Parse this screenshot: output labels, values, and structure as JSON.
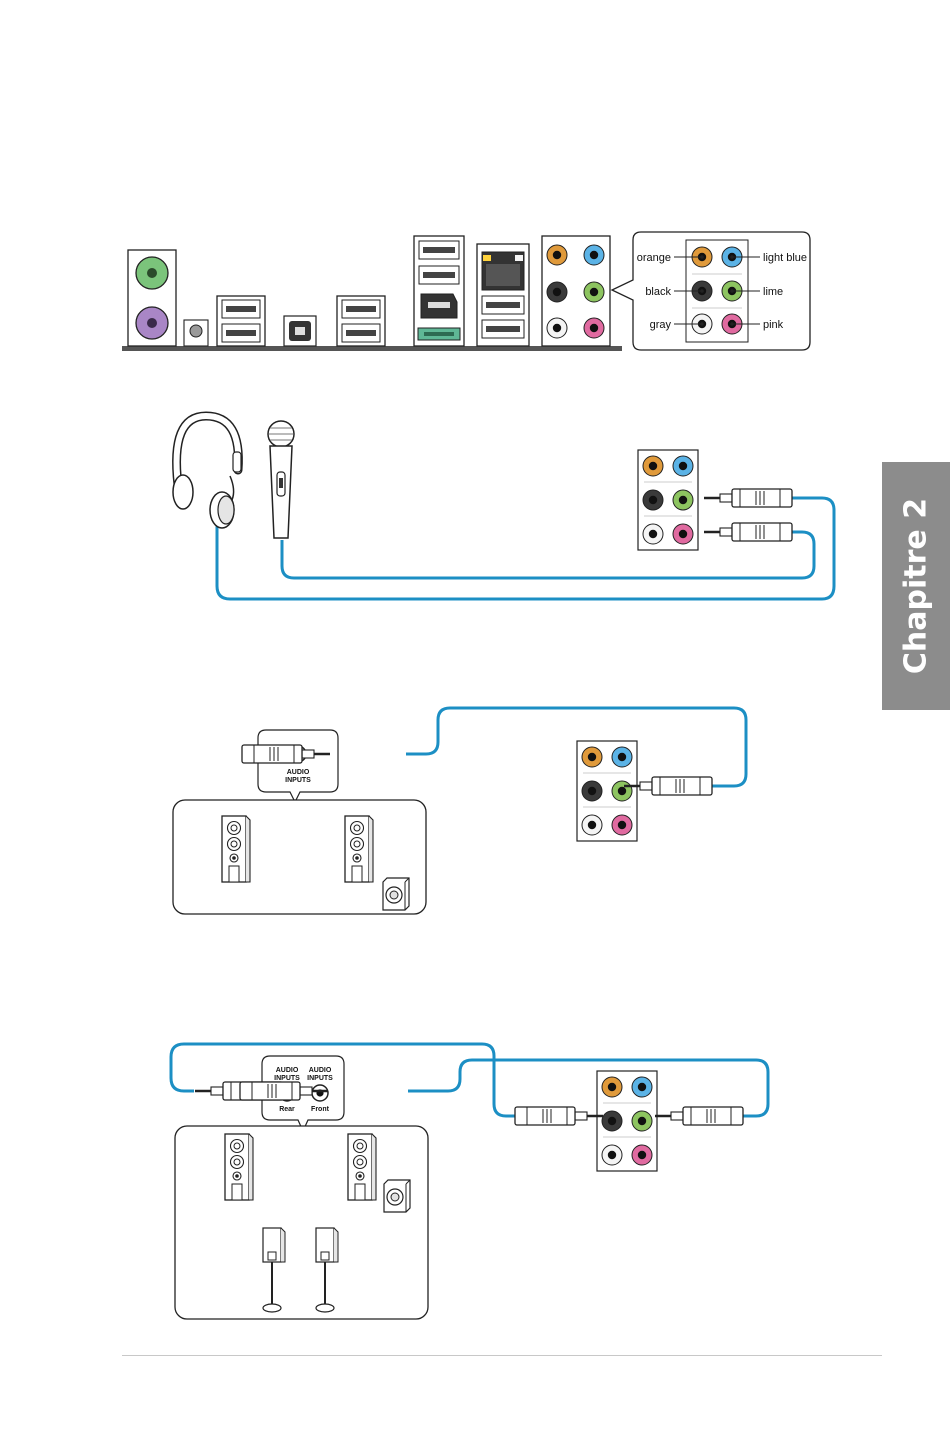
{
  "chapter_tab": "Chapitre 2",
  "port_legend": {
    "left": [
      "orange",
      "black",
      "gray"
    ],
    "right": [
      "light blue",
      "lime",
      "pink"
    ]
  },
  "jack_colors": {
    "orange": "#e09a3b",
    "light_blue": "#5bb3e6",
    "black": "#3a3a3a",
    "lime": "#8dc460",
    "gray": "#f4f4f4",
    "pink": "#e06aa0",
    "cable": "#1c8fc4",
    "ps2_green": "#7bc47b",
    "ps2_purple": "#a986c6",
    "esata": "#5fb796",
    "tab": "#8c8c8c"
  },
  "stereo_setup": {
    "audio_inputs_label": "AUDIO\nINPUTS"
  },
  "quad_setup": {
    "inputs": [
      {
        "label": "AUDIO\nINPUTS",
        "sub": "Rear"
      },
      {
        "label": "AUDIO\nINPUTS",
        "sub": "Front"
      }
    ]
  }
}
